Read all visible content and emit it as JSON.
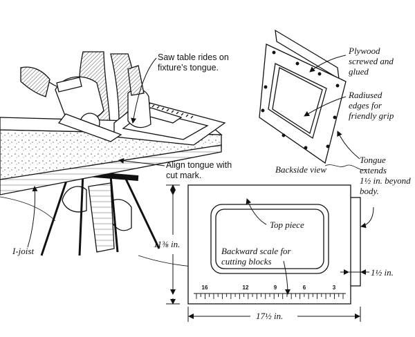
{
  "callouts": {
    "saw_table": [
      "Saw table rides on",
      "fixture’s tongue."
    ],
    "align_tongue": [
      "Align tongue with",
      "cut mark."
    ],
    "i_joist": "I-joist",
    "plywood": [
      "Plywood",
      "screwed and",
      "glued"
    ],
    "radiused": [
      "Radiused",
      "edges for",
      "friendly grip"
    ],
    "backside": "Backside view",
    "tongue": [
      "Tongue",
      "extends",
      "1½ in. beyond",
      "body."
    ],
    "top_piece": "Top piece",
    "backward_scale": [
      "Backward scale for",
      "cutting blocks"
    ]
  },
  "dimensions": {
    "height": "11⅜ in.",
    "width": "17½ in.",
    "tongue_width": "1½ in."
  },
  "scale_numbers": [
    "16",
    "12",
    "9",
    "6",
    "3"
  ],
  "colors": {
    "ink": "#111111",
    "paper": "#ffffff"
  }
}
